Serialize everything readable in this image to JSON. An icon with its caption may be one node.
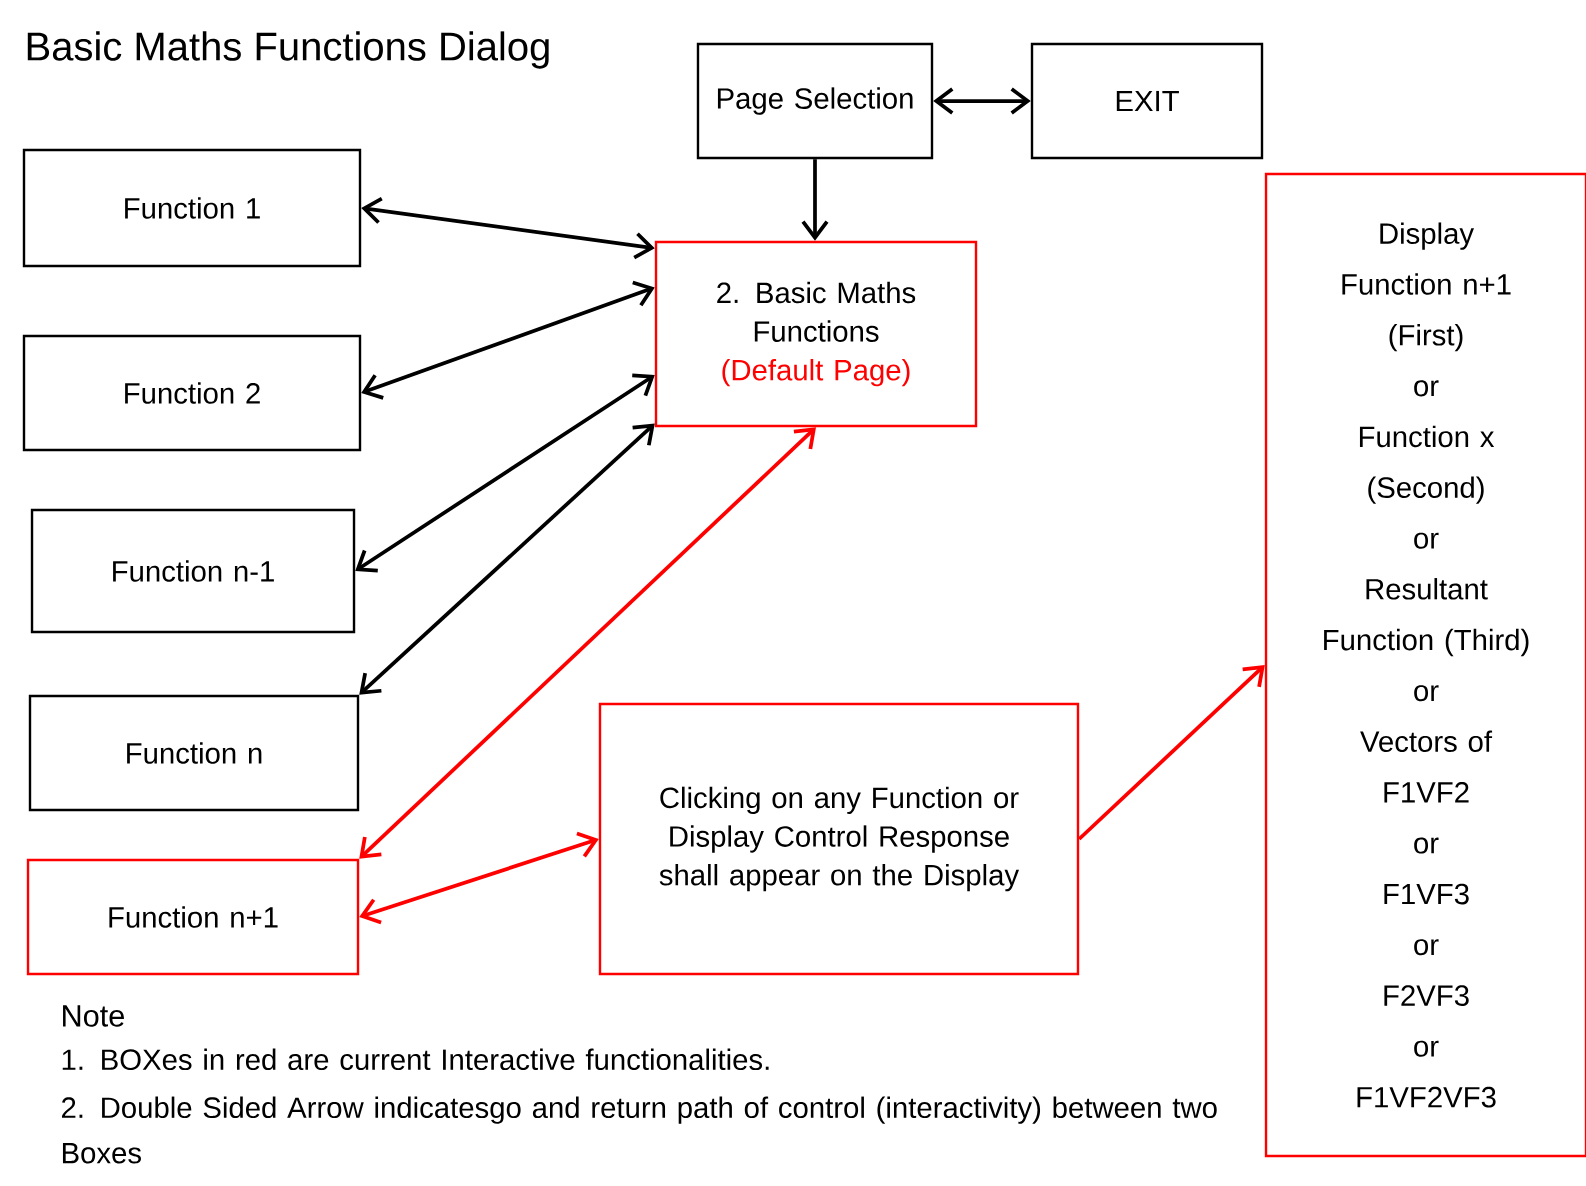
{
  "diagram": {
    "title": "Basic Maths Functions Dialog",
    "nodes": [
      {
        "text": [
          "Page Selection"
        ]
      },
      {
        "text": [
          "EXIT"
        ]
      },
      {
        "text": [
          "Function 1"
        ]
      },
      {
        "text": [
          "2. Basic Maths Functions",
          "(Default Page)"
        ]
      },
      {
        "text": [
          "Function 2"
        ]
      },
      {
        "text": [
          "Function n-1"
        ]
      },
      {
        "text": [
          "Function n"
        ]
      },
      {
        "text": [
          "Function n+1"
        ]
      },
      {
        "text": [
          "Clicking on any Function or Display Control Response shall appear on the Display"
        ]
      },
      {
        "text": [
          "Display",
          "Function n+1",
          "(First)",
          "or",
          "Function x",
          "(Second)",
          "or",
          "Resultant",
          "Function (Third)",
          "or",
          "Vectors of",
          "F1VF2",
          "or",
          "F1VF3",
          "or",
          "F2VF3",
          "or",
          "F1VF2VF3"
        ]
      }
    ],
    "edges": [
      {
        "from": 0,
        "to": 1,
        "arrow": "both"
      },
      {
        "from": 0,
        "to": 3,
        "arrow": "to"
      },
      {
        "from": 2,
        "to": 3,
        "arrow": "both"
      },
      {
        "from": 4,
        "to": 3,
        "arrow": "both"
      },
      {
        "from": 5,
        "to": 3,
        "arrow": "both"
      },
      {
        "from": 6,
        "to": 3,
        "arrow": "both"
      },
      {
        "from": 7,
        "to": 3,
        "arrow": "both",
        "color": "#ff0000"
      },
      {
        "from": 7,
        "to": 8,
        "arrow": "both",
        "color": "#ff0000"
      },
      {
        "from": 8,
        "to": 9,
        "arrow": "to",
        "color": "#ff0000"
      }
    ],
    "labels": [
      "Note",
      "1. BOXes in red are current Interactive functionalities.",
      "2. Double Sided Arrow indicatesgo and return path of control (interactivity) between two Boxes"
    ]
  }
}
